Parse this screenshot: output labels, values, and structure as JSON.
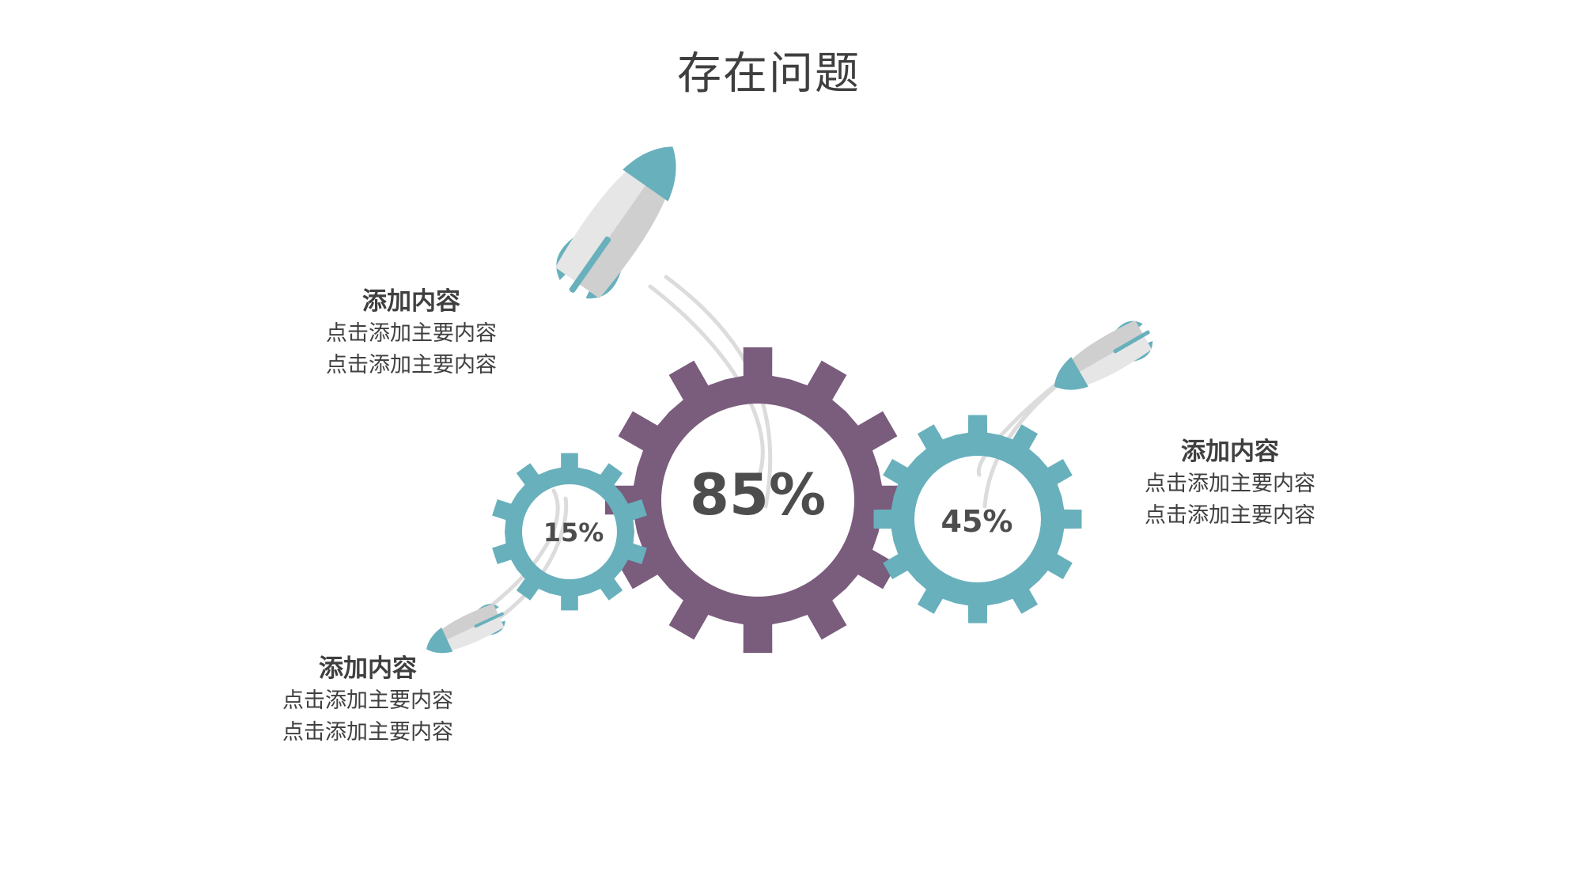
{
  "title": "存在问题",
  "colors": {
    "purple": "#7a5c7d",
    "teal": "#68b0bc",
    "rocket_body": "#e6e6e6",
    "rocket_shade": "#cfcfcf",
    "trail": "#dcdcdc",
    "text": "#404040"
  },
  "gears": [
    {
      "id": "gear-small",
      "label": "15%"
    },
    {
      "id": "gear-large",
      "label": "85%"
    },
    {
      "id": "gear-medium",
      "label": "45%"
    }
  ],
  "blocks": [
    {
      "heading": "添加内容",
      "lines": [
        "点击添加主要内容",
        "点击添加主要内容"
      ]
    },
    {
      "heading": "添加内容",
      "lines": [
        "点击添加主要内容",
        "点击添加主要内容"
      ]
    },
    {
      "heading": "添加内容",
      "lines": [
        "点击添加主要内容",
        "点击添加主要内容"
      ]
    }
  ]
}
